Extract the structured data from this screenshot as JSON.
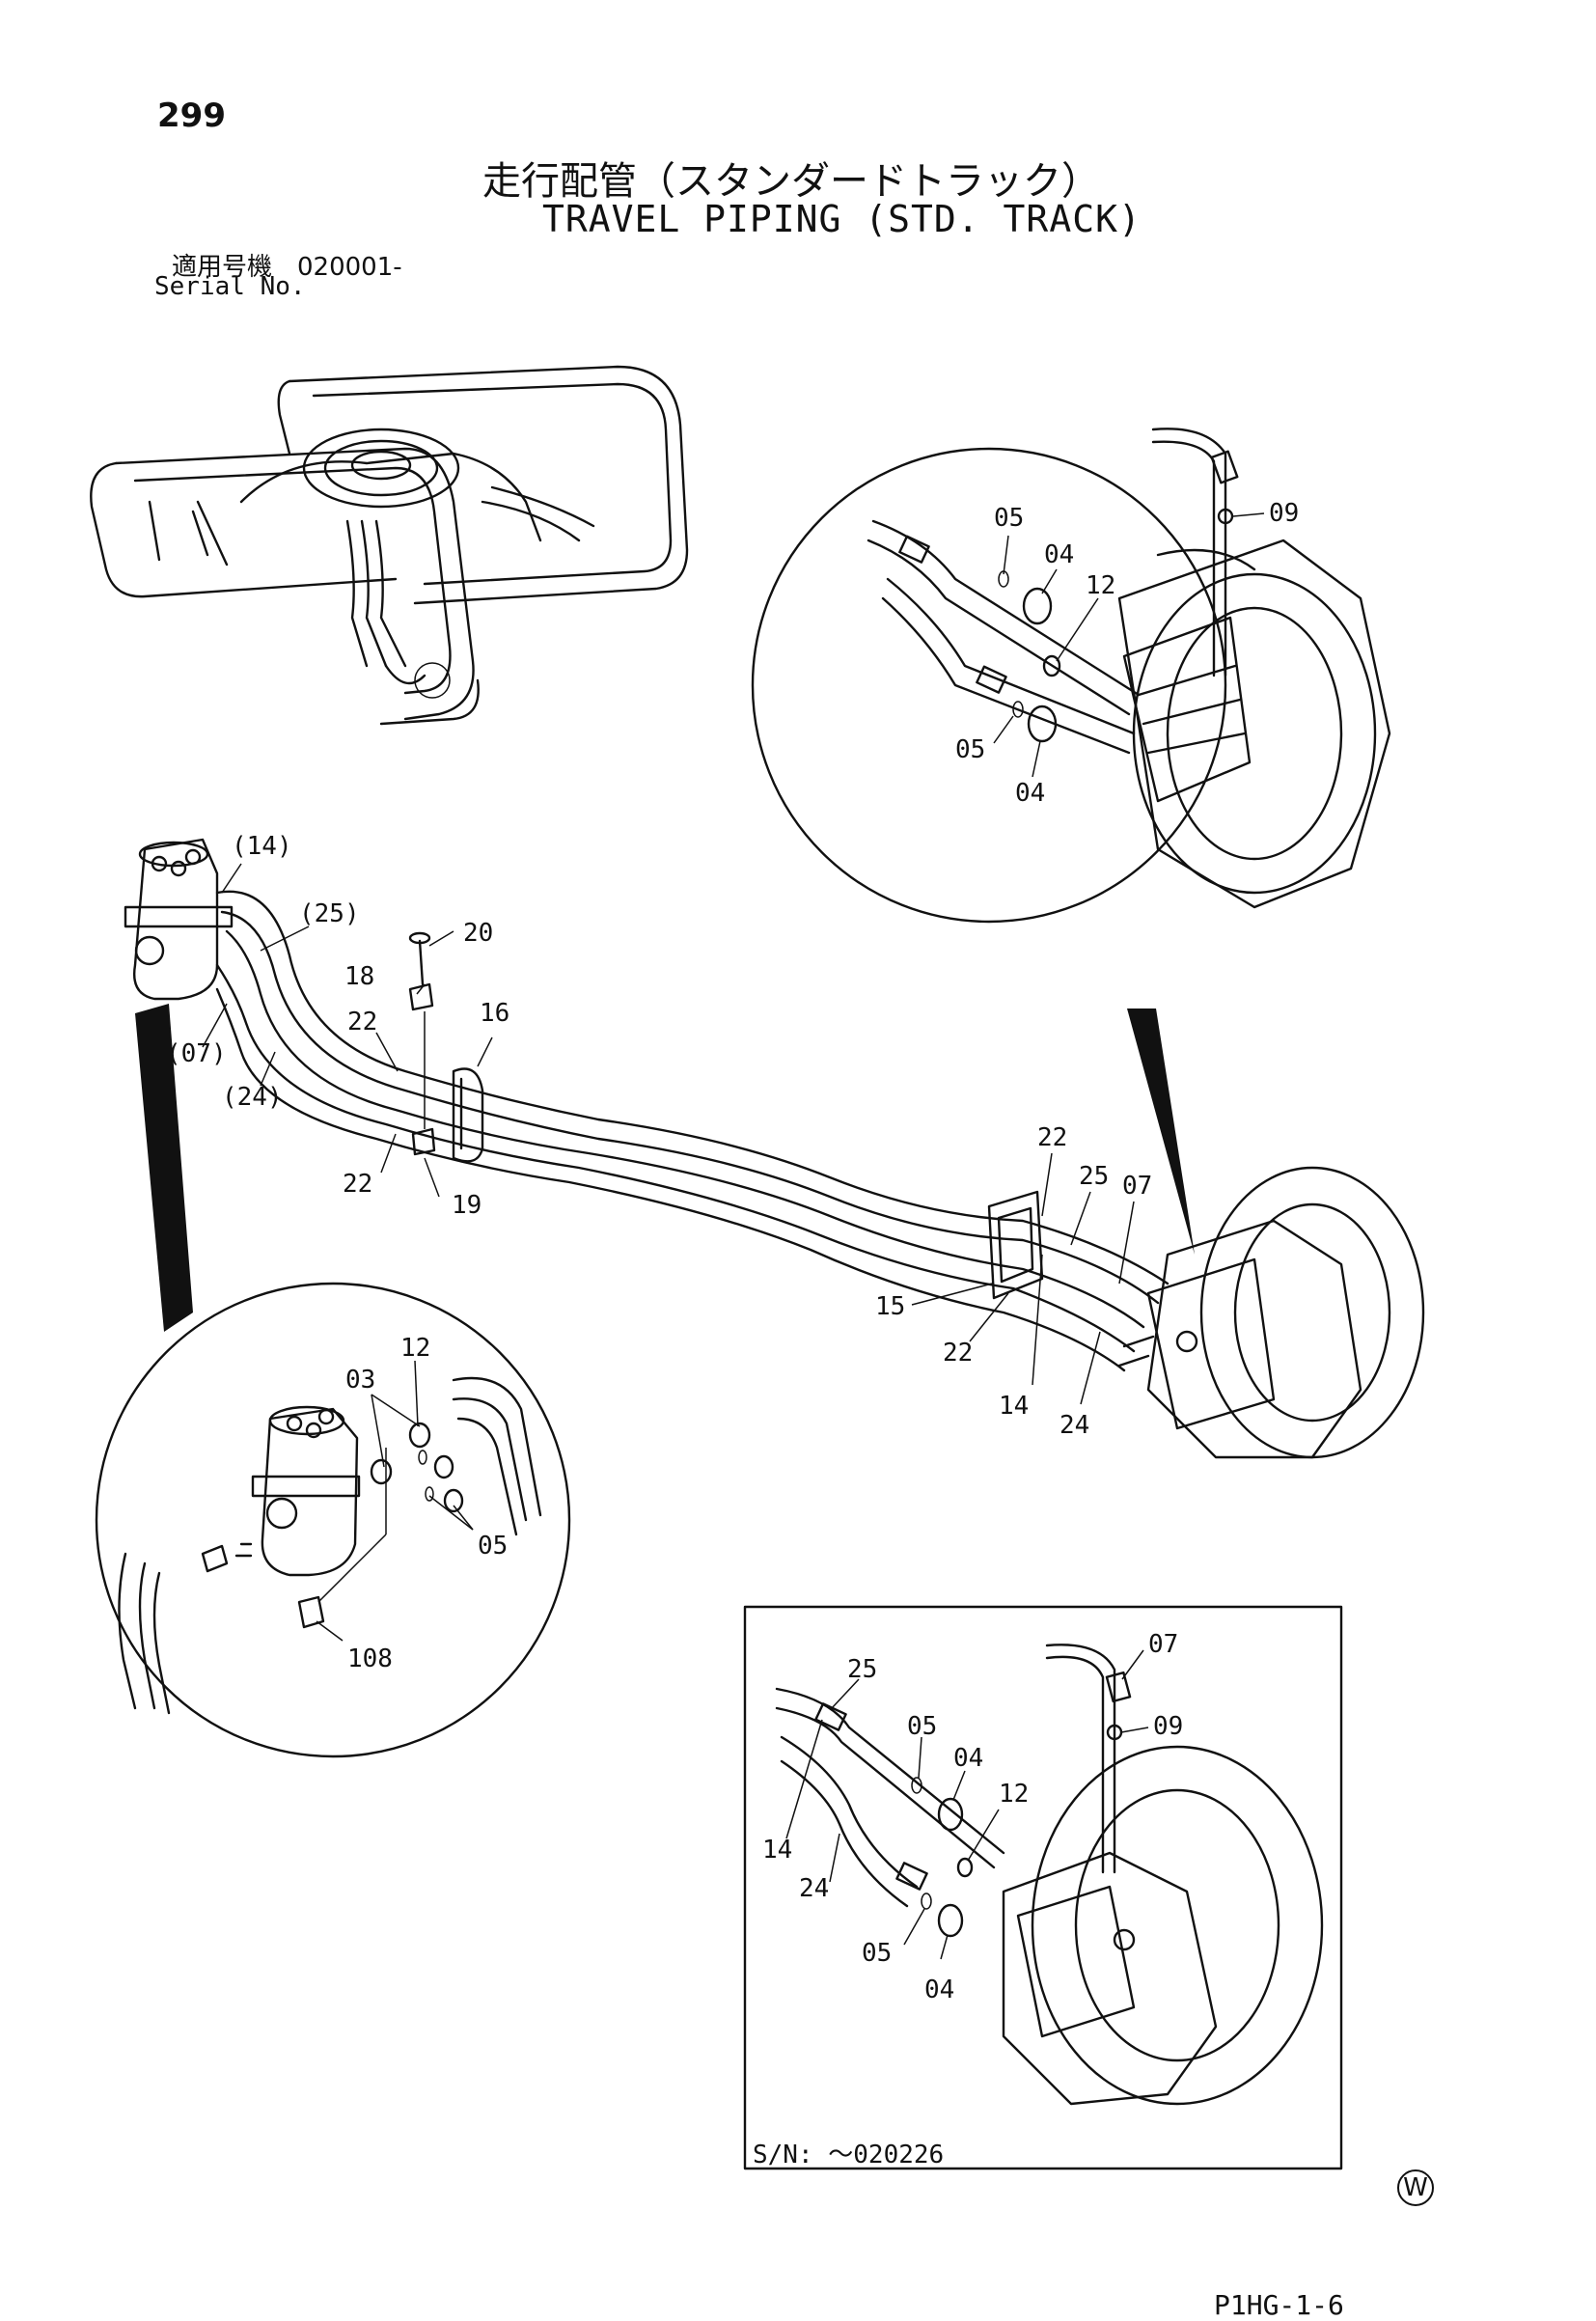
{
  "header": {
    "page_number": "299",
    "title_jp": "走行配管（スタンダードトラック）",
    "title_en": "TRAVEL PIPING (STD. TRACK)",
    "serial_jp": "適用号機　020001-",
    "serial_en": "Serial No."
  },
  "callouts": {
    "c05": "05",
    "c04": "04",
    "c09": "09",
    "c12": "12",
    "c14": "14",
    "c14p": "(14)",
    "c25p": "(25)",
    "c07p": "(07)",
    "c24p": "(24)",
    "c20": "20",
    "c18": "18",
    "c22": "22",
    "c16": "16",
    "c19": "19",
    "c15": "15",
    "c25": "25",
    "c07": "07",
    "c24": "24",
    "c03": "03",
    "c108": "108"
  },
  "inset_box": {
    "serial_label": "S/N: ～020226"
  },
  "footer": {
    "watermark": "W",
    "code": "P1HG-1-6"
  }
}
